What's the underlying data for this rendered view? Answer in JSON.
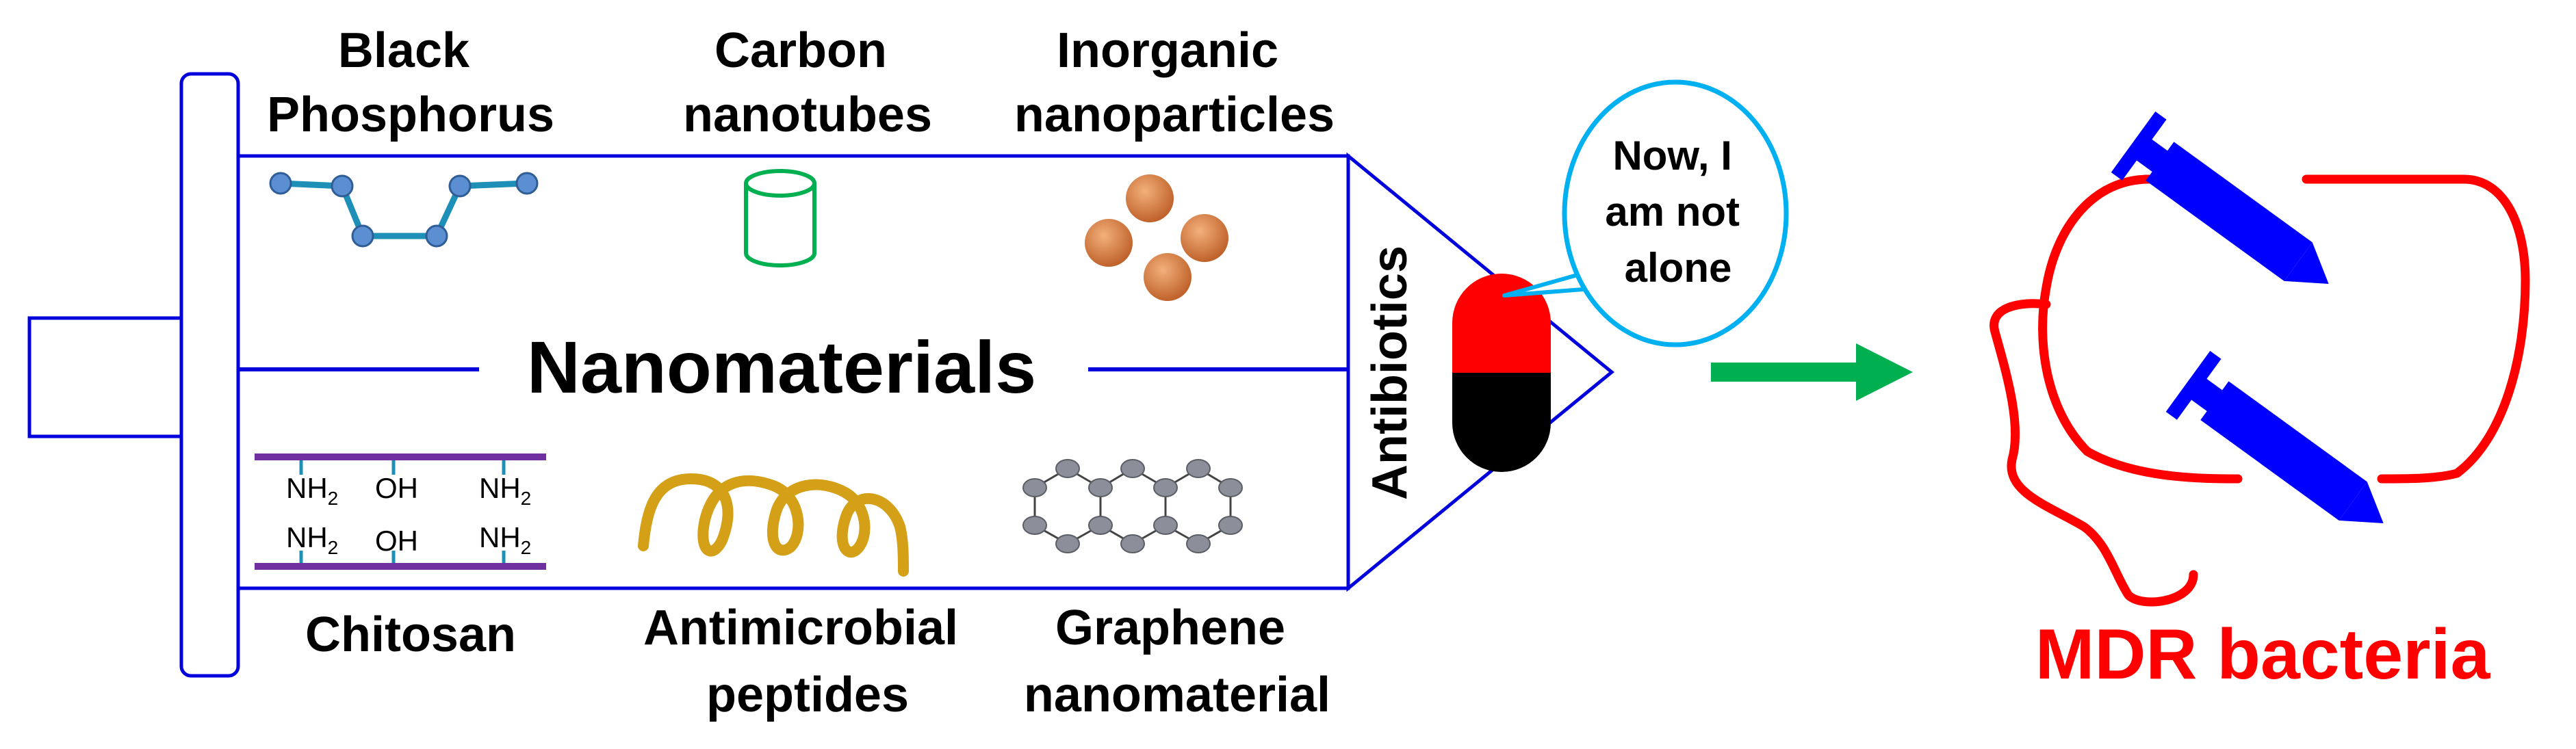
{
  "top_labels": {
    "black_phosphorus": [
      "Black",
      "Phosphorus"
    ],
    "carbon_nanotubes": [
      "Carbon",
      "nanotubes"
    ],
    "inorganic_nanoparticles": [
      "Inorganic",
      "nanoparticles"
    ]
  },
  "bottom_labels": {
    "chitosan": [
      "Chitosan"
    ],
    "antimicrobial_peptides": [
      "Antimicrobial",
      "peptides"
    ],
    "graphene_nanomaterial": [
      "Graphene",
      "nanomaterial"
    ]
  },
  "center_label": "Nanomaterials",
  "antibiotics_label": "Antibiotics",
  "speech_bubble": [
    "Now, I",
    "am not",
    "alone"
  ],
  "chitosan_groups": {
    "row1": [
      "NH",
      "OH",
      "NH"
    ],
    "row2": [
      "NH",
      "OH",
      "NH"
    ],
    "subscript": "2"
  },
  "target_label": "MDR bacteria",
  "colors": {
    "syringe_outline": "#0000dd",
    "capsule_top": "#ff0000",
    "capsule_bottom": "#000000",
    "arrow": "#00b050",
    "bacteria": "#ff0000",
    "syringe_fill": "#0000ff",
    "bubble": "#00b0f0",
    "chitosan_bar": "#7030a0",
    "peptide": "#d4a017",
    "nanotube": "#00b050",
    "nanoparticle": "#d2753a",
    "phosphorus": "#5b8fd1",
    "graphene": "#808080"
  }
}
